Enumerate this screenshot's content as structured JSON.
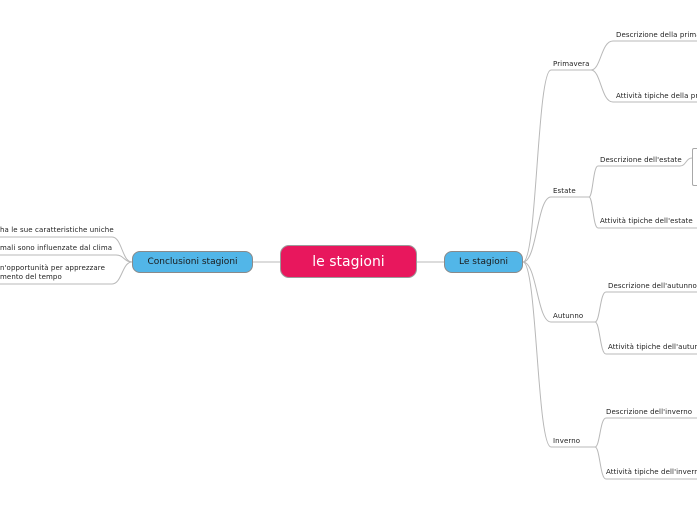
{
  "colors": {
    "central_fill": "#e8175d",
    "main_topic_fill": "#52b6e8",
    "connector": "#b8b8b8"
  },
  "mindmap": {
    "central": "le stagioni",
    "right_topic": "Le stagioni",
    "left_topic": "Conclusioni stagioni",
    "left_items": [
      "ha le sue caratteristiche uniche",
      "mali sono influenzate dal clima",
      "n'opportunità per apprezzare",
      "mento del tempo"
    ],
    "seasons": [
      {
        "name": "Primavera",
        "description": "Descrizione della primav",
        "activities": "Attività tipiche della prim"
      },
      {
        "name": "Estate",
        "description": "Descrizione dell'estate",
        "activities": "Attività tipiche dell'estate"
      },
      {
        "name": "Autunno",
        "description": "Descrizione dell'autunno",
        "activities": "Attività tipiche dell'autunno"
      },
      {
        "name": "Inverno",
        "description": "Descrizione dell'inverno",
        "activities": "Attività tipiche dell'inverno"
      }
    ]
  }
}
